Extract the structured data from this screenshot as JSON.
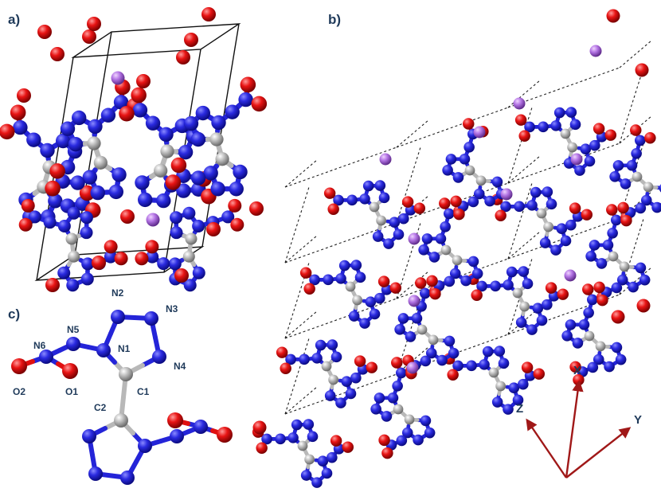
{
  "panels": {
    "a": {
      "label": "a)"
    },
    "b": {
      "label": "b)"
    },
    "c": {
      "label": "c)"
    }
  },
  "atom_labels": {
    "N2": "N2",
    "N3": "N3",
    "N5": "N5",
    "N1": "N1",
    "N6": "N6",
    "N4": "N4",
    "O2": "O2",
    "O1": "O1",
    "C1": "C1",
    "C2": "C2"
  },
  "axes": {
    "z": "Z",
    "x": "X",
    "y": "Y"
  },
  "colors": {
    "nitrogen": "#2424d8",
    "oxygen": "#e01010",
    "carbon": "#b8b8b8",
    "potassium": "#b070e0",
    "axis": "#a01818",
    "label": "#1f3a5a",
    "cell_edge": "#111111"
  }
}
